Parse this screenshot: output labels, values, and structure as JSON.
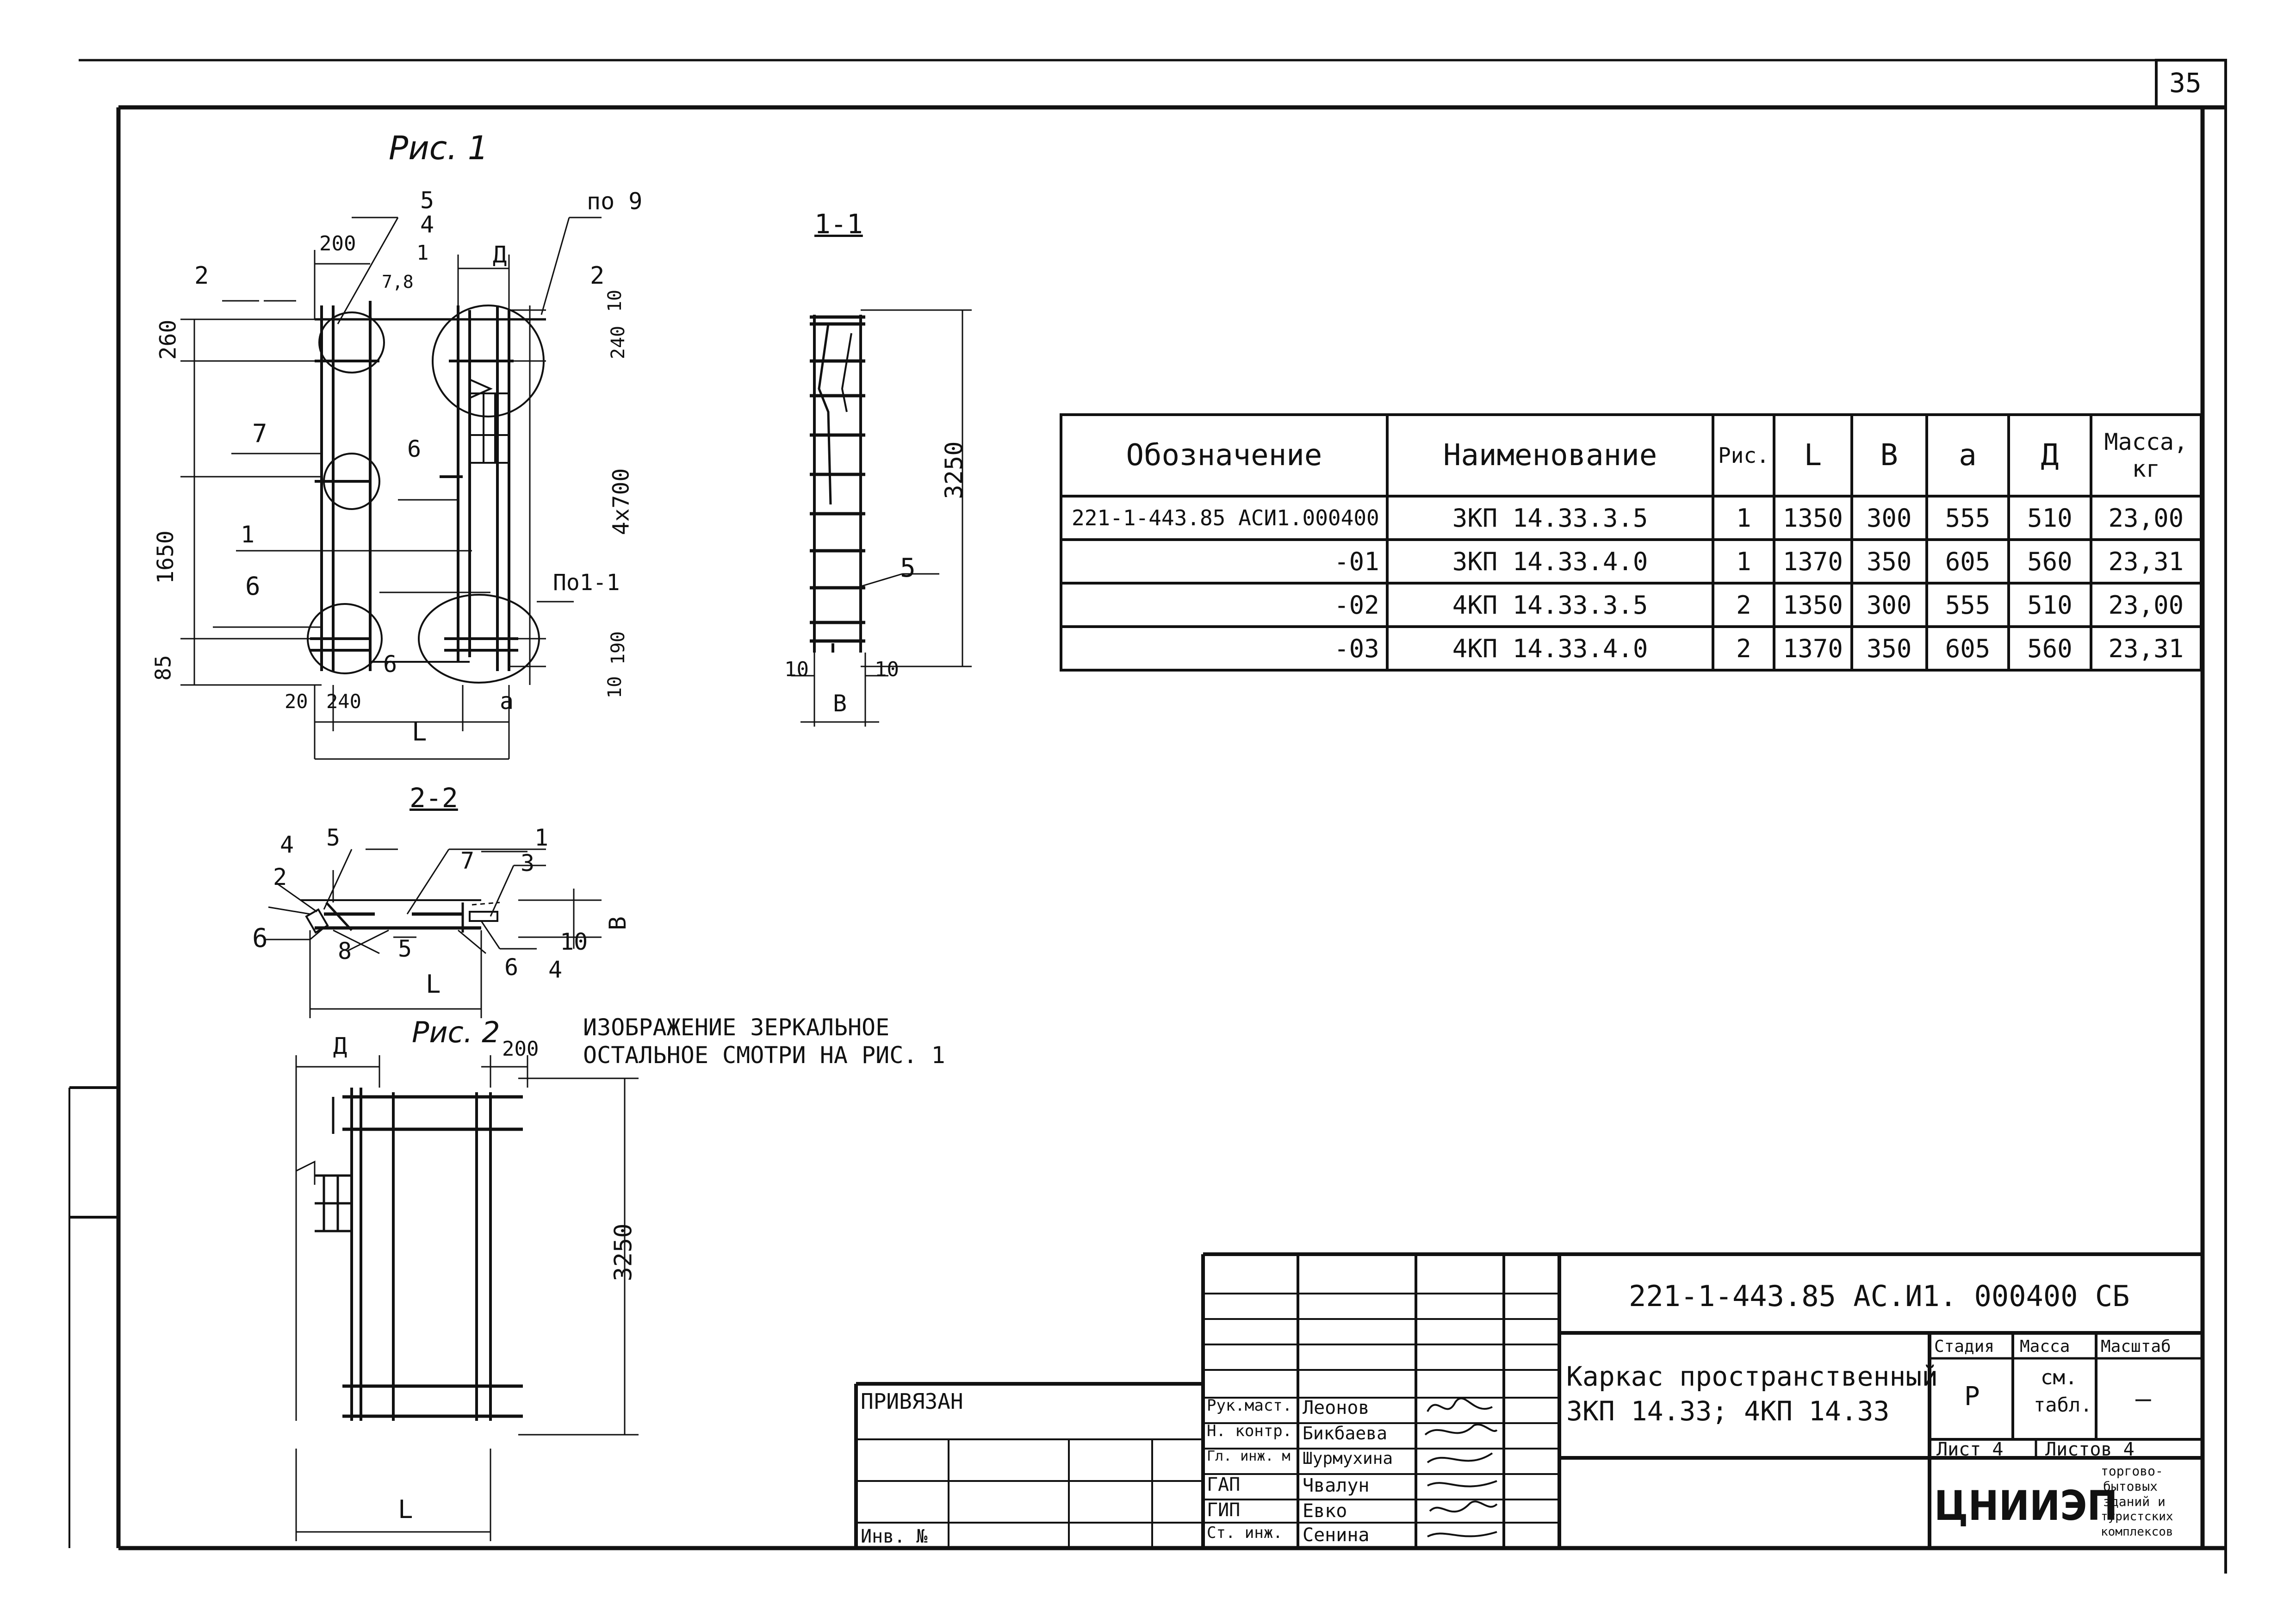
{
  "sheet": {
    "page_number": "35",
    "document_code": "221-1-443.85   АС.И1. 000400 СБ"
  },
  "figures": {
    "fig1_title": "Рис. 1",
    "fig2_title": "Рис. 2",
    "section_1_1": "1-1",
    "section_2_2": "2-2",
    "fig2_note_line1": "ИЗОБРАЖЕНИЕ ЗЕРКАЛЬНОЕ",
    "fig2_note_line2": "ОСТАЛЬНОЕ СМОТРИ НА РИС. 1"
  },
  "fig1_labels": {
    "pos5": "5",
    "pos4": "4",
    "po9": "по 9",
    "d200": "200",
    "d78": "7,8",
    "cut1": "1",
    "delta": "Д",
    "cut2a": "2",
    "cut2b": "2",
    "d10top": "10",
    "d260": "260",
    "d240": "240",
    "pos7": "7",
    "pos6a": "6",
    "d4x700": "4х700",
    "d1650": "1650",
    "pos1": "1",
    "pos6b": "6",
    "po1": "По1-1",
    "d190": "190",
    "d85": "85",
    "pos6c": "6",
    "d10bot": "10",
    "d20": "20",
    "d240b": "240",
    "a": "а",
    "L": "L"
  },
  "sec11_labels": {
    "d3250": "3250",
    "pos5": "5",
    "d10a": "10",
    "d10b": "10",
    "B": "В"
  },
  "sec22_labels": {
    "p4": "4",
    "p5": "5",
    "p1": "1",
    "p2": "2",
    "p7": "7",
    "p3": "3",
    "p6a": "6",
    "p8": "8",
    "p5b": "5",
    "p6b": "6",
    "p10": "10",
    "p4b": "4",
    "B": "В",
    "L": "L"
  },
  "fig2_labels": {
    "delta": "Д",
    "d200": "200",
    "d3250": "3250",
    "L": "L"
  },
  "spec_table": {
    "headers": [
      "Обозначение",
      "Наименование",
      "Рис.",
      "L",
      "В",
      "а",
      "Д",
      "Масса, кг"
    ],
    "rows": [
      [
        "221-1-443.85 АСИ1.000400",
        "3КП 14.33.3.5",
        "1",
        "1350",
        "300",
        "555",
        "510",
        "23,00"
      ],
      [
        "-01",
        "3КП 14.33.4.0",
        "1",
        "1370",
        "350",
        "605",
        "560",
        "23,31"
      ],
      [
        "-02",
        "4КП 14.33.3.5",
        "2",
        "1350",
        "300",
        "555",
        "510",
        "23,00"
      ],
      [
        "-03",
        "4КП 14.33.4.0",
        "2",
        "1370",
        "350",
        "605",
        "560",
        "23,31"
      ]
    ]
  },
  "title_block": {
    "privyazan": "ПРИВЯЗАН",
    "inv_no": "Инв. №",
    "roles": [
      "Рук.маст.",
      "Н. контр.",
      "Гл. инж. м",
      "ГАП",
      "ГИП",
      "Ст. инж."
    ],
    "names": [
      "Леонов",
      "Бикбаева",
      "Шурмухина",
      "Чвалун",
      "Евко",
      "Сенина"
    ],
    "title_line1": "Каркас пространственный",
    "title_line2": "3КП 14.33; 4КП 14.33",
    "stage_label": "Стадия",
    "mass_label": "Масса",
    "scale_label": "Масштаб",
    "stage_value": "Р",
    "mass_value_line1": "см.",
    "mass_value_line2": "табл.",
    "scale_value": "—",
    "sheet_label": "Лист 4",
    "sheets_label": "Листов 4",
    "org": "ЦНИИЭП",
    "org_desc": [
      "торгово-",
      "бытовых",
      "зданий и",
      "туристских",
      "комплексов"
    ]
  }
}
